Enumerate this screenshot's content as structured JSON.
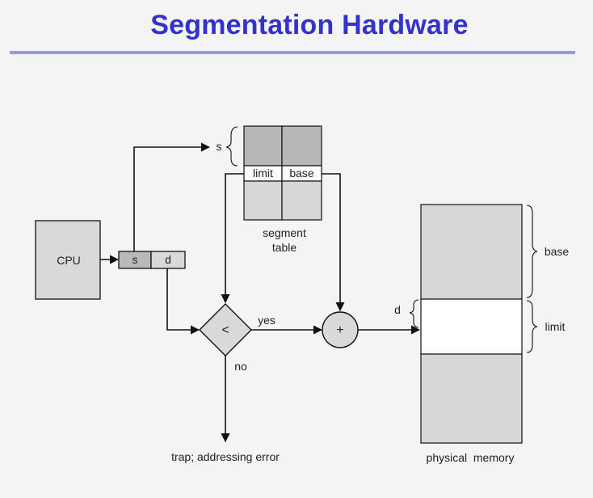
{
  "title": "Segmentation Hardware",
  "diagram": {
    "cpu_label": "CPU",
    "address_s": "s",
    "address_d": "d",
    "table_s_marker": "s",
    "limit_label": "limit",
    "base_label": "base",
    "segment_table_line1": "segment",
    "segment_table_line2": "table",
    "compare_symbol": "<",
    "add_symbol": "+",
    "yes_label": "yes",
    "no_label": "no",
    "trap_label": "trap; addressing error",
    "memory_d_marker": "d",
    "memory_base_label": "base",
    "memory_limit_label": "limit",
    "memory_label": "physical  memory"
  },
  "colors": {
    "title": "#3333cc",
    "rule": "#9a9ae0",
    "shaded": "#d7d7d7",
    "dark_shaded": "#b6b6b6",
    "line": "#111111"
  }
}
